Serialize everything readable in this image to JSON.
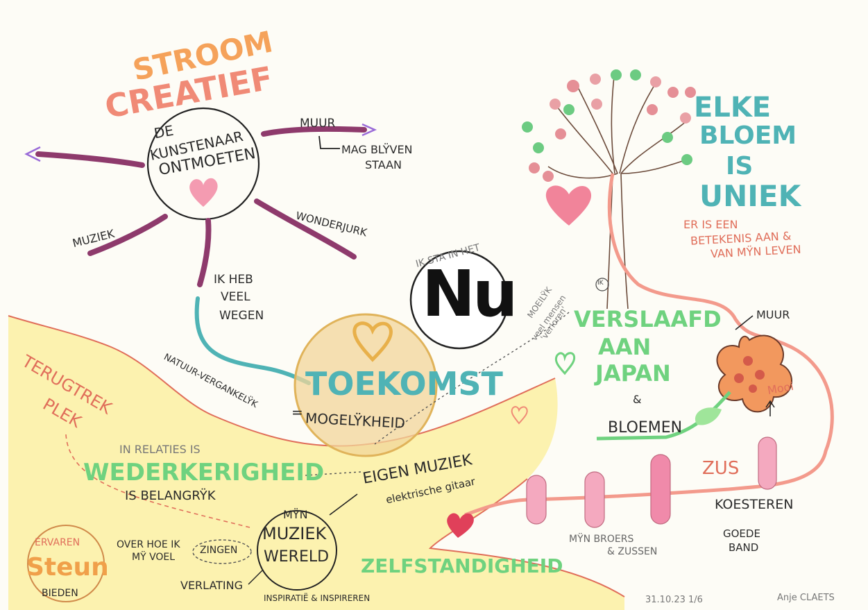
{
  "colors": {
    "paper": "#fdfcf6",
    "yellow_wash": "#fbf0a2",
    "orange_title": "#f5a25a",
    "salmon": "#f08a76",
    "teal": "#4fb3b5",
    "green": "#6fd27f",
    "purple": "#8e3a6c",
    "gold_circle": "#e9c06e",
    "pink_figures": "#f4a9bf",
    "ink": "#2a2a2a"
  },
  "icons": [
    "heart-icon",
    "tree-icon",
    "flower-icon",
    "sun-diagram-icon"
  ],
  "title": {
    "line1": "STROOM",
    "line2": "CREATIEF"
  },
  "sun": {
    "center_l1": "DE",
    "center_l2": "KUNSTENAAR",
    "center_l3": "ONTMOETEN",
    "ray_muur": "MUUR",
    "ray_muur_sub1": "MAG BLŸVEN",
    "ray_muur_sub2": "STAAN",
    "ray_muziek": "MUZIEK",
    "ray_wonderjurk": "WONDERJURK",
    "ray_wegen1": "IK HEB",
    "ray_wegen2": "VEEL",
    "ray_wegen3": "WEGEN"
  },
  "now": {
    "caption": "IK STA IN HET",
    "word": "Nu"
  },
  "future": {
    "title": "TOEKOMST",
    "sub": "MOGELŸKHEID",
    "path_label": "NATUUR-VERGANKELŸK",
    "equals": "="
  },
  "tree": {
    "heading1": "ELKE",
    "heading2": "BLOEM",
    "heading3": "IS",
    "heading4": "UNIEK",
    "sub1": "ER IS EEN",
    "sub2": "BETEKENIS AAN &",
    "sub3": "VAN MŸN LEVEN",
    "trunk_mark": "IK"
  },
  "japan": {
    "l1": "VERSLAAFD",
    "l2": "AAN",
    "l3": "JAPAN",
    "amp": "&",
    "l4": "BLOEMEN",
    "note1": "MOEILŸK",
    "note2": "veel mensen",
    "note3": "'verloren'"
  },
  "flower": {
    "label_muur": "MUUR",
    "label_mooi": "Mooi"
  },
  "family": {
    "zus": "ZUS",
    "koesteren": "KOESTEREN",
    "goede1": "GOEDE",
    "goede2": "BAND",
    "siblings1": "MŸN BROERS",
    "siblings2": "& ZUSSEN"
  },
  "retreat": {
    "l1": "TERUGTREK",
    "l2": "PLEK"
  },
  "relations": {
    "pre": "IN RELATIES IS",
    "main": "WEDERKERIGHEID",
    "post": "IS BELANGRŸK"
  },
  "music": {
    "circle1": "MŸN",
    "circle2": "MUZIEK",
    "circle3": "WERELD",
    "own1": "EIGEN MUZIEK",
    "own2": "elektrische gitaar",
    "zingen": "ZINGEN",
    "over1": "OVER HOE IK",
    "over2": "MŸ VOEL",
    "verlating": "VERLATING",
    "inspiratie": "INSPIRATIË & INSPIREREN"
  },
  "steun": {
    "top": "ERVAREN",
    "main": "Steun",
    "bottom": "BIEDEN"
  },
  "independence": "ZELFSTANDIGHEID",
  "footer": {
    "date": "31.10.23 1/6",
    "author": "Anje CLAETS"
  }
}
